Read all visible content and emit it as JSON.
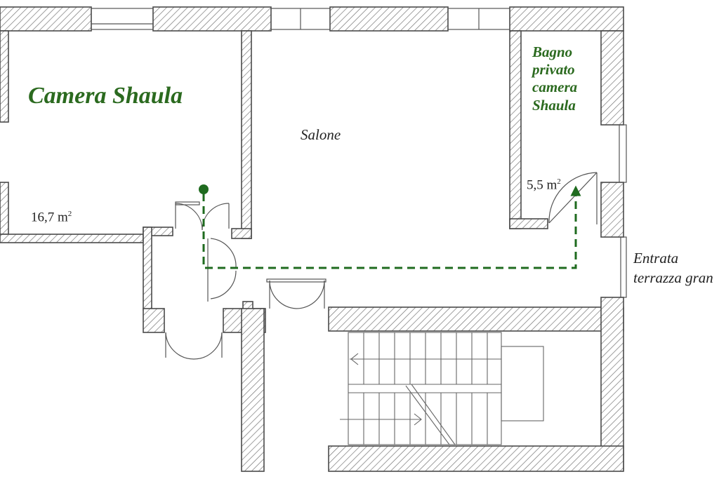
{
  "rooms": {
    "bedroom": {
      "name": "Camera Shaula",
      "area_value": "16,7 m",
      "area_exp": "2"
    },
    "bathroom": {
      "name_lines": [
        "Bagno",
        "privato",
        "camera",
        "Shaula"
      ],
      "area_value": "5,5 m",
      "area_exp": "2"
    },
    "living": {
      "name": "Salone"
    },
    "entrance": {
      "lines": [
        "Entrata",
        "terrazza gran"
      ]
    }
  },
  "colors": {
    "highlight": "#2b6a1f",
    "walls": "#4a4a4a",
    "background": "#ffffff"
  }
}
